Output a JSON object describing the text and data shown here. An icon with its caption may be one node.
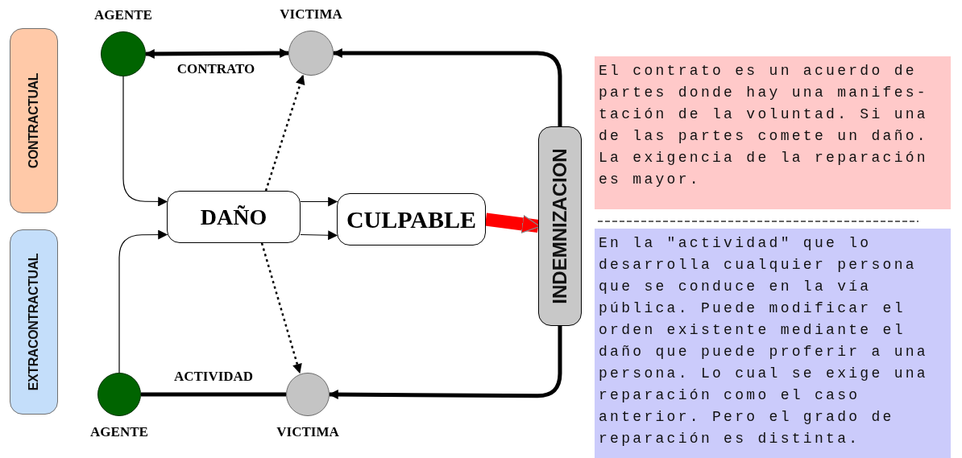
{
  "diagram": {
    "nodes": [
      {
        "text": [
          "CONTRACTUAL"
        ]
      },
      {
        "text": [
          "EXTRACONTRACTUAL"
        ]
      },
      {
        "text": [],
        "shape": "circle",
        "beside": [
          "AGENTE"
        ]
      },
      {
        "text": [],
        "shape": "circle",
        "beside": [
          "VICTIMA"
        ]
      },
      {
        "text": [
          "DAÑO"
        ]
      },
      {
        "text": [
          "CULPABLE"
        ]
      },
      {
        "text": [
          "INDEMNIZACION"
        ]
      },
      {
        "text": [],
        "shape": "circle",
        "beside": [
          "AGENTE"
        ]
      },
      {
        "text": [],
        "shape": "circle",
        "beside": [
          "VICTIMA"
        ]
      },
      {
        "text": [
          "El contrato es un acuerdo de partes donde hay una manifes-tación de la voluntad. Si una de las partes comete un daño. La exigencia de la reparación es mayor."
        ]
      },
      {
        "text": [
          "En la \"actividad\" que lo desarrolla cualquier persona que se conduce en la vía pública. Puede modificar el orden existente mediante el daño que puede proferir a una persona. Lo cual se exige una reparación como el caso anterior. Pero el grado de reparación es distinta."
        ]
      }
    ],
    "edges": [
      {
        "from": 2,
        "to": 3,
        "arrow": "both",
        "label": "CONTRATO",
        "style": "thick"
      },
      {
        "from": 2,
        "to": 4,
        "arrow": "to"
      },
      {
        "from": 7,
        "to": 4,
        "arrow": "to"
      },
      {
        "from": 4,
        "to": 3,
        "arrow": "to",
        "style": "dashed"
      },
      {
        "from": 4,
        "to": 8,
        "arrow": "to",
        "style": "dashed"
      },
      {
        "from": 4,
        "to": 5,
        "arrow": "to"
      },
      {
        "from": 4,
        "to": 5,
        "arrow": "to"
      },
      {
        "from": 5,
        "to": 6,
        "arrow": "to",
        "style": "thick",
        "color": "#ff0000"
      },
      {
        "from": 6,
        "to": 3,
        "arrow": "to",
        "style": "thick"
      },
      {
        "from": 6,
        "to": 8,
        "arrow": "to",
        "style": "thick"
      },
      {
        "from": 7,
        "to": 8,
        "arrow": "none",
        "label": "ACTIVIDAD",
        "style": "thick"
      }
    ]
  }
}
